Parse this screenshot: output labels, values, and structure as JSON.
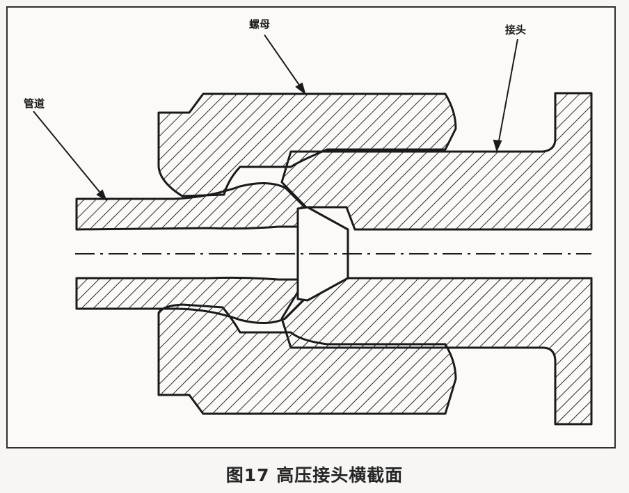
{
  "labels": {
    "nut": "螺母",
    "fitting": "接头",
    "pipe": "管道"
  },
  "caption": "图17 高压接头横截面",
  "colors": {
    "line": "#1a1a1a",
    "hatch": "#2a2a2a",
    "background": "#fbfaf8",
    "page": "#f7f6f4"
  }
}
